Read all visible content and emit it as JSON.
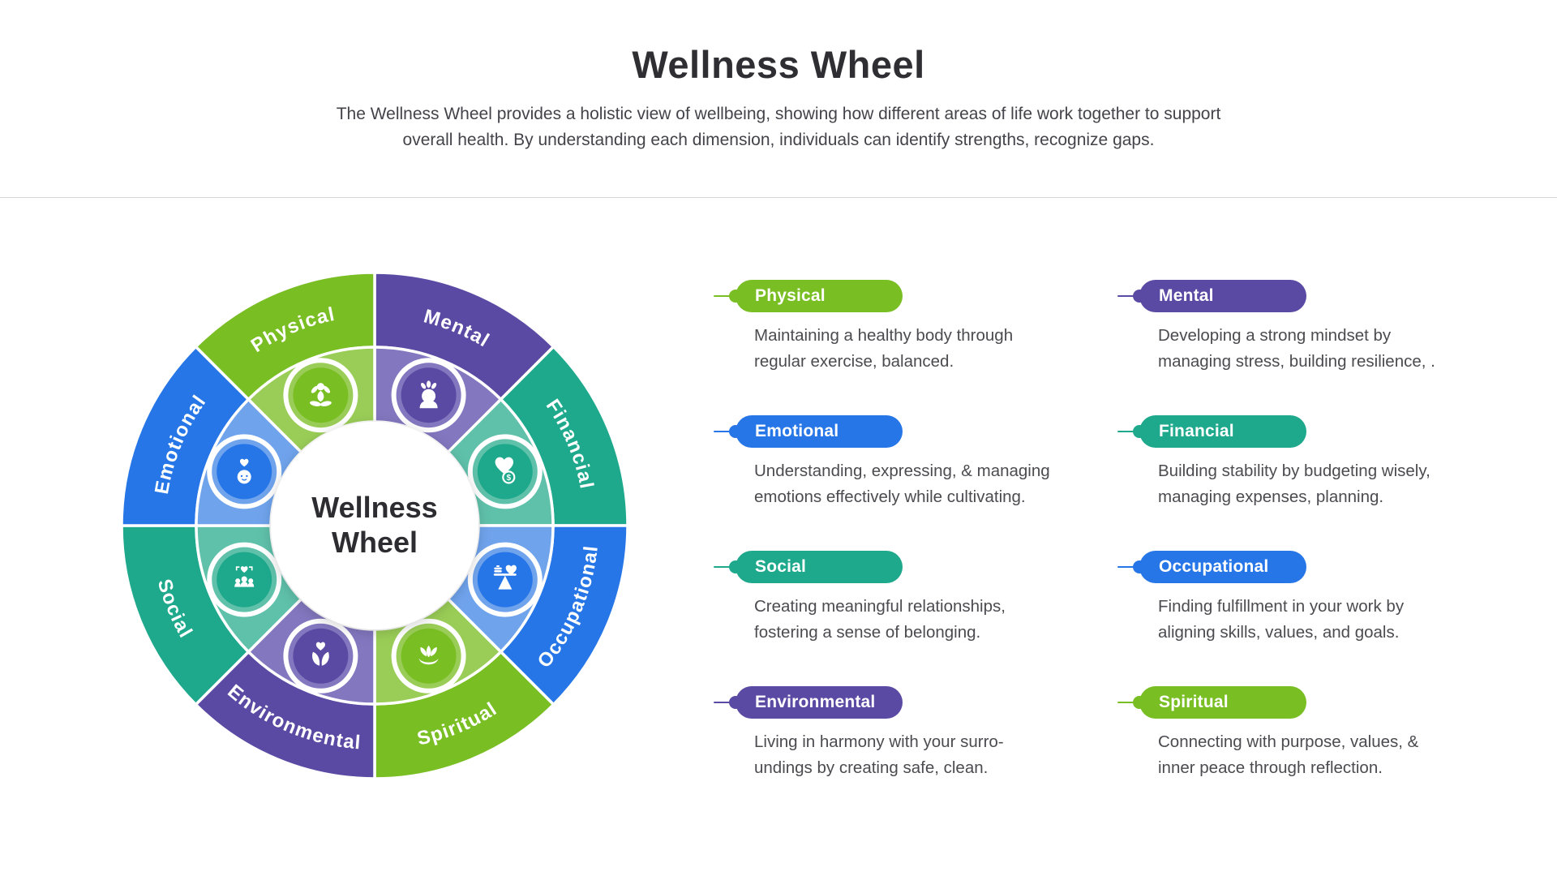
{
  "header": {
    "title": "Wellness Wheel",
    "subtitle_lines": [
      "The Wellness Wheel provides a holistic view of wellbeing, showing how different areas of life work together to support",
      "overall health. By understanding each dimension, individuals can identify strengths, recognize gaps."
    ]
  },
  "wheel": {
    "center": {
      "line1": "Wellness",
      "line2": "Wheel"
    },
    "segments": [
      {
        "label": "Mental",
        "icon": "mind-icon",
        "color": "#5B4AA3",
        "light_color": "#8377BF"
      },
      {
        "label": "Financial",
        "icon": "money-love-icon",
        "color": "#1EA98C",
        "light_color": "#5FC1AA"
      },
      {
        "label": "Occupational",
        "icon": "work-life-balance-icon",
        "color": "#2676E8",
        "light_color": "#6FA3EC"
      },
      {
        "label": "Spiritual",
        "icon": "lotus-icon",
        "color": "#79BE23",
        "light_color": "#9ACD57"
      },
      {
        "label": "Environmental",
        "icon": "nature-care-icon",
        "color": "#5B4AA3",
        "light_color": "#8377BF"
      },
      {
        "label": "Social",
        "icon": "community-icon",
        "color": "#1EA98C",
        "light_color": "#5FC1AA"
      },
      {
        "label": "Emotional",
        "icon": "emotion-face-icon",
        "color": "#2676E8",
        "light_color": "#6FA3EC"
      },
      {
        "label": "Physical",
        "icon": "yoga-icon",
        "color": "#79BE23",
        "light_color": "#9ACD57"
      }
    ]
  },
  "legend": {
    "items": [
      {
        "label": "Physical",
        "color": "#79BE23",
        "lines": [
          "Maintaining a healthy body through",
          "regular exercise, balanced."
        ]
      },
      {
        "label": "Mental",
        "color": "#5B4AA3",
        "lines": [
          "Developing a strong mindset by",
          "managing stress, building resilience, ."
        ]
      },
      {
        "label": "Emotional",
        "color": "#2676E8",
        "lines": [
          "Understanding, expressing, & managing",
          "emotions effectively while cultivating."
        ]
      },
      {
        "label": "Financial",
        "color": "#1EA98C",
        "lines": [
          "Building stability by budgeting wisely,",
          "managing expenses, planning."
        ]
      },
      {
        "label": "Social",
        "color": "#1EA98C",
        "lines": [
          "Creating meaningful relationships,",
          "fostering a sense of belonging."
        ]
      },
      {
        "label": "Occupational",
        "color": "#2676E8",
        "lines": [
          "Finding fulfillment in your work by",
          "aligning skills, values, and goals."
        ]
      },
      {
        "label": "Environmental",
        "color": "#5B4AA3",
        "lines": [
          "Living in harmony with your surro-",
          "undings by creating safe, clean."
        ]
      },
      {
        "label": "Spiritual",
        "color": "#79BE23",
        "lines": [
          "Connecting with purpose, values, &",
          "inner peace through reflection."
        ]
      }
    ]
  }
}
